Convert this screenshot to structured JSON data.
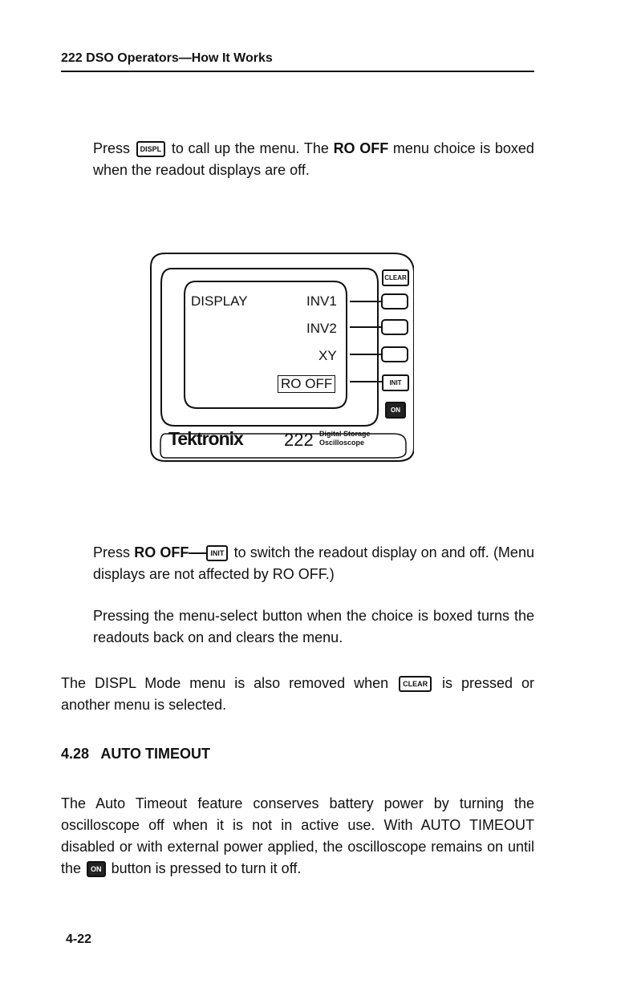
{
  "header": {
    "title": "222 DSO Operators—How It Works"
  },
  "para1": {
    "pre": "Press",
    "key": "DISPL",
    "mid": "to call up the menu. The",
    "bold": "RO OFF",
    "post": "menu choice is boxed when the readout displays are off."
  },
  "diagram": {
    "menu_title": "DISPLAY",
    "items": [
      "INV1",
      "INV2",
      "XY",
      "RO OFF"
    ],
    "side_buttons": [
      "CLEAR",
      "INIT",
      "ON"
    ],
    "brand": "Tektronix",
    "model": "222",
    "model_line1": "Digital Storage",
    "model_line2": "Oscilloscope"
  },
  "para2": {
    "pre": "Press",
    "bold": "RO OFF",
    "key": "INIT",
    "post": "to switch the readout display on and off. (Menu displays are not affected by RO OFF.)"
  },
  "para3": {
    "text": "Pressing the menu-select button when the choice is boxed turns the readouts back on and clears the menu."
  },
  "para4": {
    "pre": "The DISPL Mode menu is also removed when",
    "key": "CLEAR",
    "post": "is pressed or another menu is selected."
  },
  "section": {
    "number": "4.28",
    "title": "AUTO TIMEOUT"
  },
  "para5": {
    "pre": "The Auto Timeout feature conserves battery power by turning the oscilloscope off when it is not in active use. With AUTO TIMEOUT disabled or with external power applied, the oscilloscope remains on until the",
    "key": "ON",
    "post": "button is pressed to turn it off."
  },
  "footer": {
    "page": "4-22"
  }
}
